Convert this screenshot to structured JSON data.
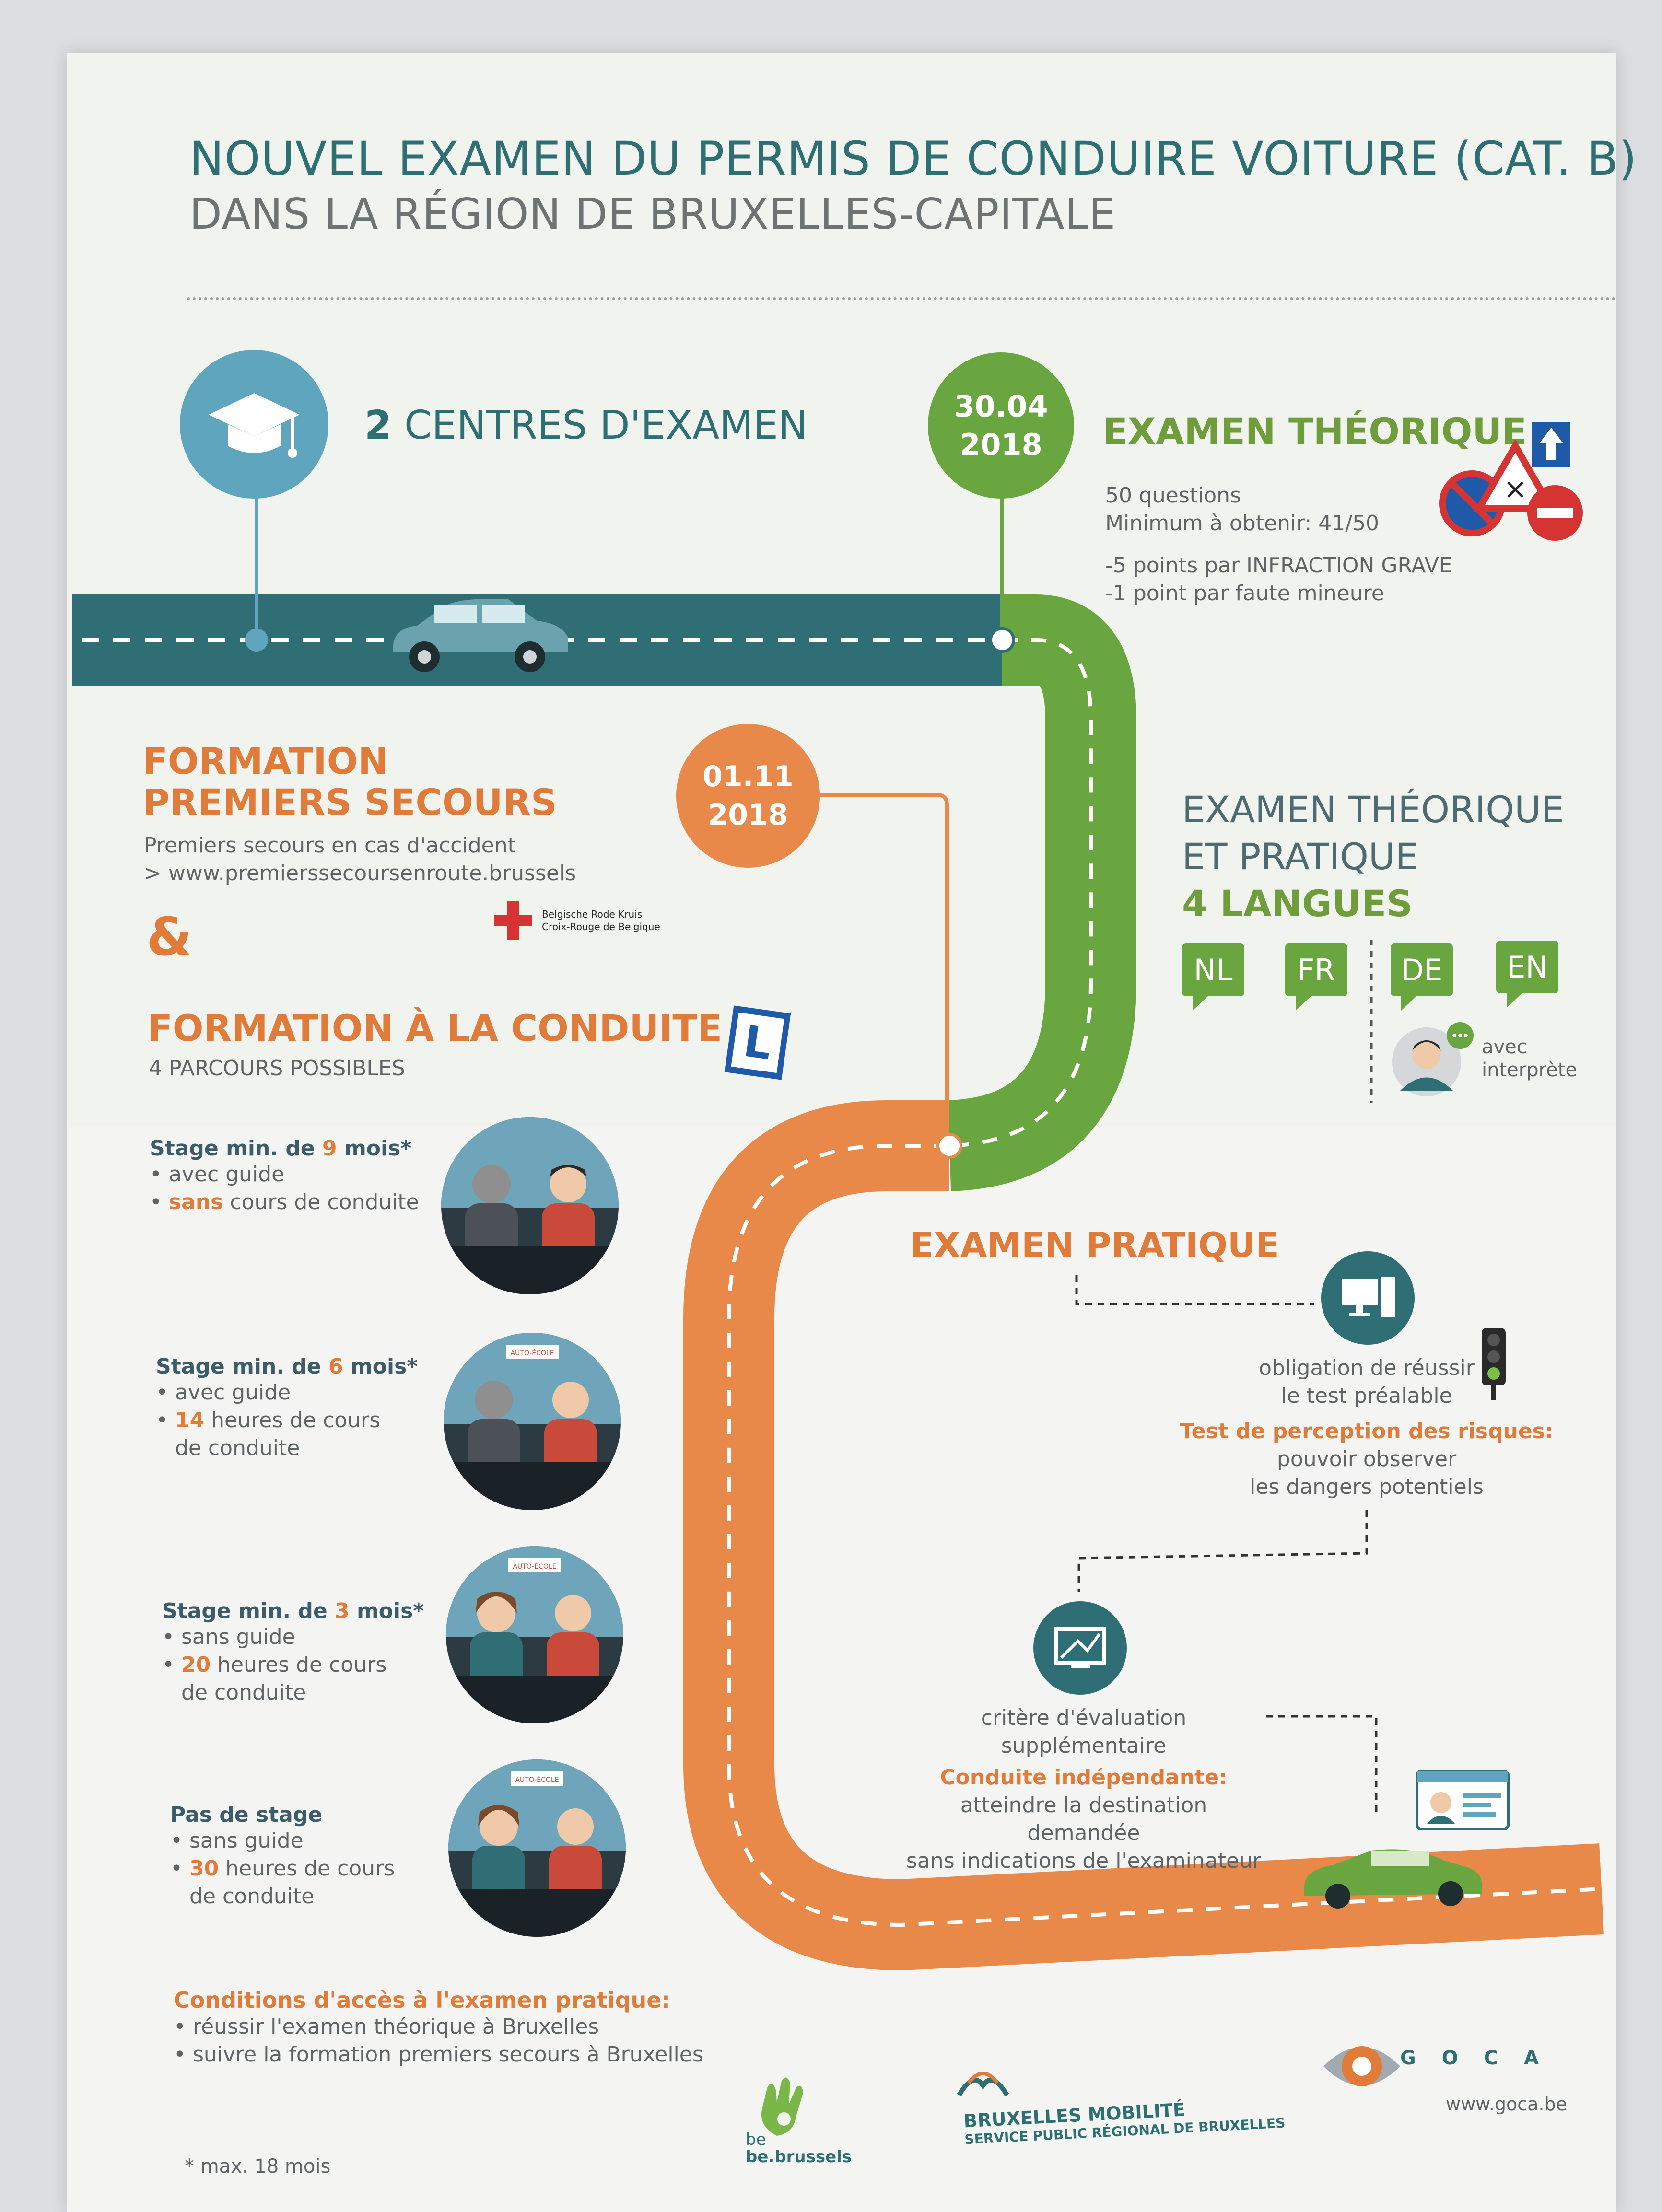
{
  "header": {
    "title": "NOUVEL EXAMEN DU PERMIS DE CONDUIRE VOITURE (CAT. B)",
    "subtitle": "DANS LA RÉGION DE BRUXELLES-CAPITALE"
  },
  "centres": {
    "number": "2",
    "label": "CENTRES D'EXAMEN"
  },
  "theory": {
    "date_line1": "30.04",
    "date_line2": "2018",
    "title": "EXAMEN THÉORIQUE",
    "questions": "50 questions",
    "minimum": "Minimum à obtenir: 41/50",
    "penalty_grave": "-5 points par INFRACTION GRAVE",
    "penalty_minor": "-1 point par faute mineure"
  },
  "first_aid": {
    "title_line1": "FORMATION",
    "title_line2": "PREMIERS SECOURS",
    "desc": "Premiers secours en cas d'accident",
    "link": "> www.premierssecoursenroute.brussels",
    "date_line1": "01.11",
    "date_line2": "2018",
    "redcross_line1": "Belgische Rode Kruis",
    "redcross_line2": "Croix-Rouge de Belgique",
    "ampersand": "&"
  },
  "languages": {
    "line1": "EXAMEN THÉORIQUE",
    "line2": "ET PRATIQUE",
    "line3": "4 LANGUES",
    "codes": [
      "NL",
      "FR",
      "DE",
      "EN"
    ],
    "interpreter_line1": "avec",
    "interpreter_line2": "interprète"
  },
  "driving": {
    "title": "FORMATION À LA CONDUITE",
    "subtitle": "4 PARCOURS POSSIBLES",
    "l_badge": "L",
    "stages": [
      {
        "title_a": "Stage min. de ",
        "title_num": "9",
        "title_b": " mois*",
        "b1": "• avec guide",
        "b2_num": "sans",
        "b2": " cours de conduite",
        "b3": ""
      },
      {
        "title_a": "Stage min. de ",
        "title_num": "6",
        "title_b": " mois*",
        "b1": "• avec guide",
        "b2_num": "14",
        "b2": " heures de cours",
        "b3": "de conduite"
      },
      {
        "title_a": "Stage min. de ",
        "title_num": "3",
        "title_b": " mois*",
        "b1": "• sans guide",
        "b2_num": "20",
        "b2": " heures de cours",
        "b3": "de conduite"
      },
      {
        "title_a": "Pas de stage",
        "title_num": "",
        "title_b": "",
        "b1": "• sans guide",
        "b2_num": "30",
        "b2": " heures de cours",
        "b3": "de conduite"
      }
    ],
    "ecole_label": "AUTO-ÉCOLE"
  },
  "practical": {
    "title": "EXAMEN PRATIQUE",
    "test_line1": "obligation de réussir",
    "test_line2": "le test préalable",
    "risk_title": "Test de perception des risques:",
    "risk_line1": "pouvoir observer",
    "risk_line2": "les dangers potentiels",
    "criteria": "critère d'évaluation supplémentaire",
    "indep_title": "Conduite indépendante:",
    "indep_line1": "atteindre la destination demandée",
    "indep_line2": "sans indications de l'examinateur"
  },
  "conditions": {
    "title": "Conditions d'accès à l'examen pratique:",
    "line1": "• réussir l'examen théorique à Bruxelles",
    "line2": "• suivre la formation premiers secours à Bruxelles"
  },
  "footer": {
    "footnote": "* max. 18 mois",
    "be_small": "be",
    "be_brand": "be.brussels",
    "mobility_line1": "BRUXELLES MOBILITÉ",
    "mobility_line2": "SERVICE PUBLIC RÉGIONAL DE BRUXELLES",
    "goca": "G O C A",
    "goca_url": "www.goca.be"
  },
  "colors": {
    "teal": "#2e6f74",
    "green": "#6aa640",
    "orange": "#e8894a",
    "blue_circle": "#5fa5bd"
  }
}
